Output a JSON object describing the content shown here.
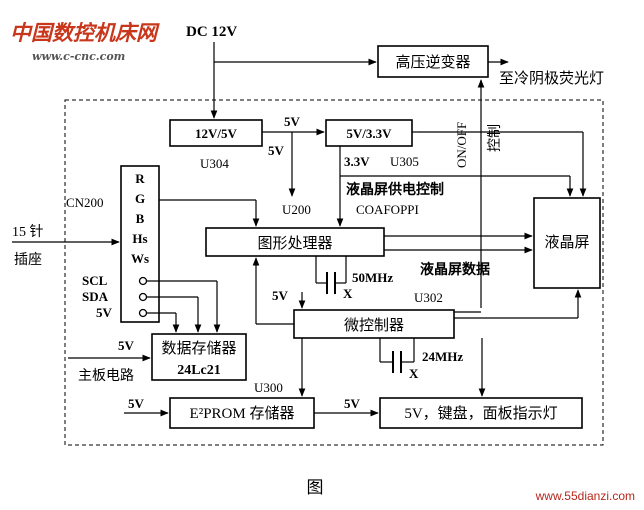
{
  "watermark": {
    "cn": "中国数控机床网",
    "url": "www.c-cnc.com",
    "site": "www.55dianzi.com"
  },
  "caption": "图",
  "power_in": "DC 12V",
  "blocks": {
    "inverter": "高压逆变器",
    "reg_12_5": "12V/5V",
    "reg_5_33": "5V/3.3V",
    "gpu": "图形处理器",
    "lcd": "液晶屏",
    "mcu": "微控制器",
    "eeprom_data": "数据存储器",
    "eeprom_data_part": "24Lc21",
    "e2prom": "E²PROM 存储器",
    "keypad": "5V，键盘，面板指示灯"
  },
  "labels": {
    "to_ccfl": "至冷阴极荧光灯",
    "on_off": "ON/OFF",
    "control": "控制",
    "u304": "U304",
    "v5_a": "5V",
    "v5_b": "5V",
    "v33": "3.3V",
    "u305": "U305",
    "lcd_power_ctrl": "液晶屏供电控制",
    "coafoppi": "COAFOPPI",
    "u200": "U200",
    "cn200": "CN200",
    "pin15": "15 针",
    "socket": "插座",
    "lcd_data": "液晶屏数据",
    "mhz50": "50MHz",
    "x1": "X",
    "v5_c": "5V",
    "u302": "U302",
    "mhz24": "24MHz",
    "x2": "X",
    "v5_d": "5V",
    "mainboard": "主板电路",
    "u300": "U300",
    "v5_e": "5V",
    "v5_f": "5V",
    "scl": "SCL",
    "sda": "SDA",
    "v5_g": "5V"
  },
  "connector_pins": [
    "R",
    "G",
    "B",
    "Hs",
    "Ws"
  ]
}
